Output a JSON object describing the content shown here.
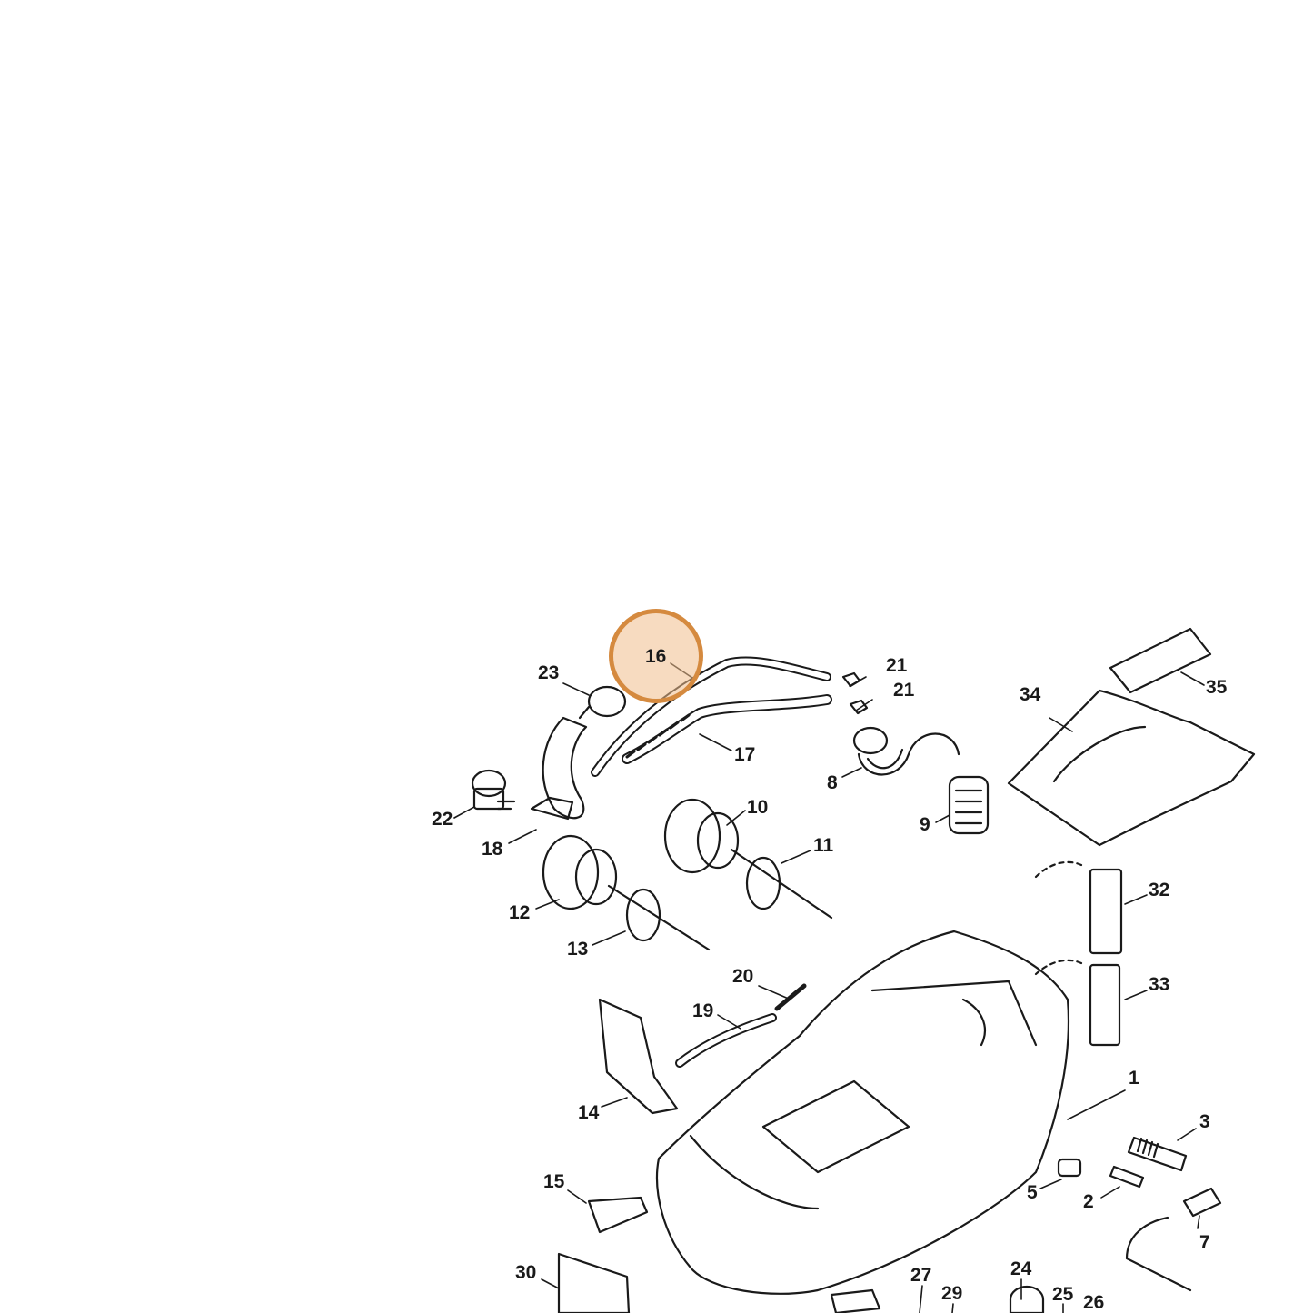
{
  "diagram": {
    "highlight": {
      "label": "16",
      "color": "#d58a3f",
      "fill": "#f0be8c"
    },
    "callouts": [
      {
        "id": "c1",
        "text": "1"
      },
      {
        "id": "c2",
        "text": "2"
      },
      {
        "id": "c3",
        "text": "3"
      },
      {
        "id": "c5",
        "text": "5"
      },
      {
        "id": "c7",
        "text": "7"
      },
      {
        "id": "c8",
        "text": "8"
      },
      {
        "id": "c9",
        "text": "9"
      },
      {
        "id": "c10",
        "text": "10"
      },
      {
        "id": "c11",
        "text": "11"
      },
      {
        "id": "c12",
        "text": "12"
      },
      {
        "id": "c13",
        "text": "13"
      },
      {
        "id": "c14",
        "text": "14"
      },
      {
        "id": "c15",
        "text": "15"
      },
      {
        "id": "c16",
        "text": "16"
      },
      {
        "id": "c17",
        "text": "17"
      },
      {
        "id": "c18",
        "text": "18"
      },
      {
        "id": "c19",
        "text": "19"
      },
      {
        "id": "c20",
        "text": "20"
      },
      {
        "id": "c21a",
        "text": "21"
      },
      {
        "id": "c21b",
        "text": "21"
      },
      {
        "id": "c22",
        "text": "22"
      },
      {
        "id": "c23",
        "text": "23"
      },
      {
        "id": "c24",
        "text": "24"
      },
      {
        "id": "c25",
        "text": "25"
      },
      {
        "id": "c26",
        "text": "26"
      },
      {
        "id": "c27",
        "text": "27"
      },
      {
        "id": "c29",
        "text": "29"
      },
      {
        "id": "c30",
        "text": "30"
      },
      {
        "id": "c32",
        "text": "32"
      },
      {
        "id": "c33",
        "text": "33"
      },
      {
        "id": "c34",
        "text": "34"
      },
      {
        "id": "c35",
        "text": "35"
      }
    ]
  }
}
